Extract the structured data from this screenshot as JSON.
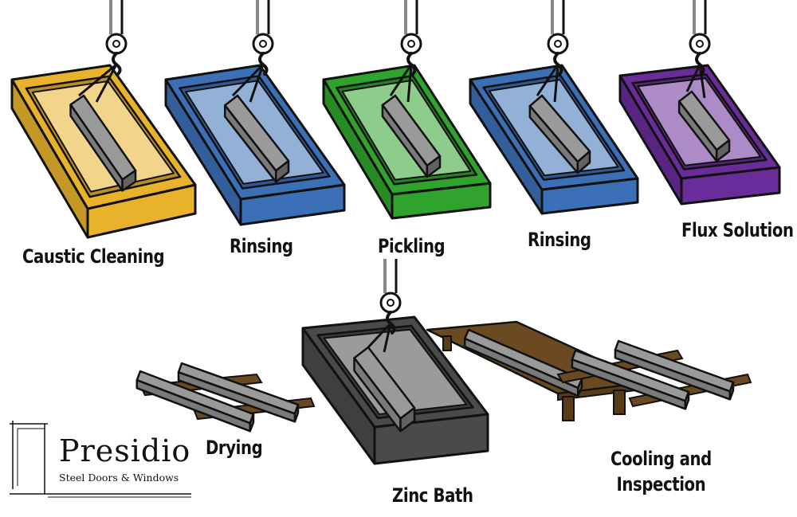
{
  "stages": [
    {
      "id": "caustic",
      "label": "Caustic Cleaning",
      "color": "#E8B22A"
    },
    {
      "id": "rinse1",
      "label": "Rinsing",
      "color": "#3B6FB6"
    },
    {
      "id": "pickle",
      "label": "Pickling",
      "color": "#2FA32B"
    },
    {
      "id": "rinse2",
      "label": "Rinsing",
      "color": "#3B6FB6"
    },
    {
      "id": "flux",
      "label": "Flux Solution",
      "color": "#6A2C99"
    },
    {
      "id": "zinc",
      "label": "Zinc Bath",
      "color": "#4A4A4A"
    },
    {
      "id": "drying",
      "label": "Drying"
    },
    {
      "id": "cooling",
      "label_line1": "Cooling and",
      "label_line2": "Inspection"
    }
  ],
  "colors": {
    "outline": "#111111",
    "steel": "#7A7A7A",
    "steel_light": "#9A9A9A",
    "wood": "#6B4A22",
    "wood_dark": "#5A3B18"
  },
  "logo": {
    "name": "Presidio",
    "tagline": "Steel Doors & Windows"
  }
}
